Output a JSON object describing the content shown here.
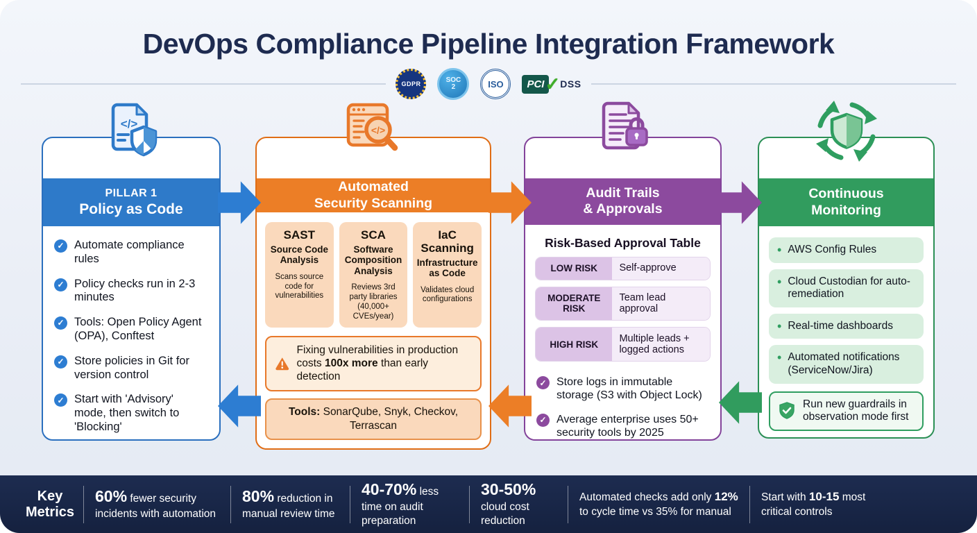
{
  "title": "DevOps Compliance Pipeline Integration Framework",
  "badges": {
    "gdpr": "GDPR",
    "soc": "SOC 2",
    "iso": "ISO",
    "pci_left": "PCI",
    "pci_right": "DSS"
  },
  "icons": {
    "check": "✓",
    "bullet": "•",
    "warning": "!"
  },
  "colors": {
    "blue": "#2e7ac9",
    "orange": "#ec7e26",
    "purple": "#8c4a9e",
    "green": "#319c5e",
    "navy": "#1d2c50"
  },
  "pillars": {
    "policy": {
      "kicker": "PILLAR 1",
      "title": "Policy as Code",
      "items": [
        "Automate compliance rules",
        "Policy checks run in 2-3 minutes",
        "Tools: Open Policy Agent (OPA), Conftest",
        "Store policies in Git for version control",
        "Start with 'Advisory' mode, then switch to 'Blocking'"
      ]
    },
    "scanning": {
      "title_line1": "Automated",
      "title_line2": "Security Scanning",
      "cards": [
        {
          "title": "SAST",
          "subtitle": "Source Code Analysis",
          "desc": "Scans source code for vulnerabilities"
        },
        {
          "title": "SCA",
          "subtitle": "Software Composition Analysis",
          "desc": "Reviews 3rd party libraries (40,000+ CVEs/year)"
        },
        {
          "title": "IaC Scanning",
          "subtitle": "Infrastructure as Code",
          "desc": "Validates cloud configurations"
        }
      ],
      "warning": {
        "pre": "Fixing vulnerabilities in production costs ",
        "bold": "100x more",
        "post": " than early detection"
      },
      "tools_label": "Tools:",
      "tools_value": " SonarQube, Snyk, Checkov, Terrascan"
    },
    "audit": {
      "title_line1": "Audit Trails",
      "title_line2": "& Approvals",
      "table_title": "Risk-Based Approval Table",
      "rows": [
        {
          "risk": "LOW RISK",
          "approval": "Self-approve"
        },
        {
          "risk": "MODERATE RISK",
          "approval": "Team lead approval"
        },
        {
          "risk": "HIGH RISK",
          "approval": "Multiple leads + logged actions"
        }
      ],
      "items": [
        "Store logs in immutable storage (S3 with Object Lock)",
        "Average enterprise uses 50+ security tools by 2025"
      ]
    },
    "monitoring": {
      "title_line1": "Continuous",
      "title_line2": "Monitoring",
      "items": [
        "AWS Config Rules",
        "Cloud Custodian for auto-remediation",
        "Real-time dashboards",
        "Automated notifications (ServiceNow/Jira)"
      ],
      "callout": "Run new guardrails in observation mode first"
    }
  },
  "metrics": {
    "heading": "Key Metrics",
    "items": [
      {
        "pre": "",
        "num": "60%",
        "post": " fewer security incidents with automation"
      },
      {
        "pre": "",
        "num": "80%",
        "post": " reduction in manual review time"
      },
      {
        "pre": "",
        "num": "40-70%",
        "post": " less time on audit preparation"
      },
      {
        "pre": "",
        "num": "30-50%",
        "post": " cloud cost reduction"
      },
      {
        "pre": "Automated checks add only ",
        "num": "12%",
        "post": " to cycle time vs 35% for manual"
      },
      {
        "pre": "Start with ",
        "num": "10-15",
        "post": " most critical controls"
      }
    ]
  }
}
